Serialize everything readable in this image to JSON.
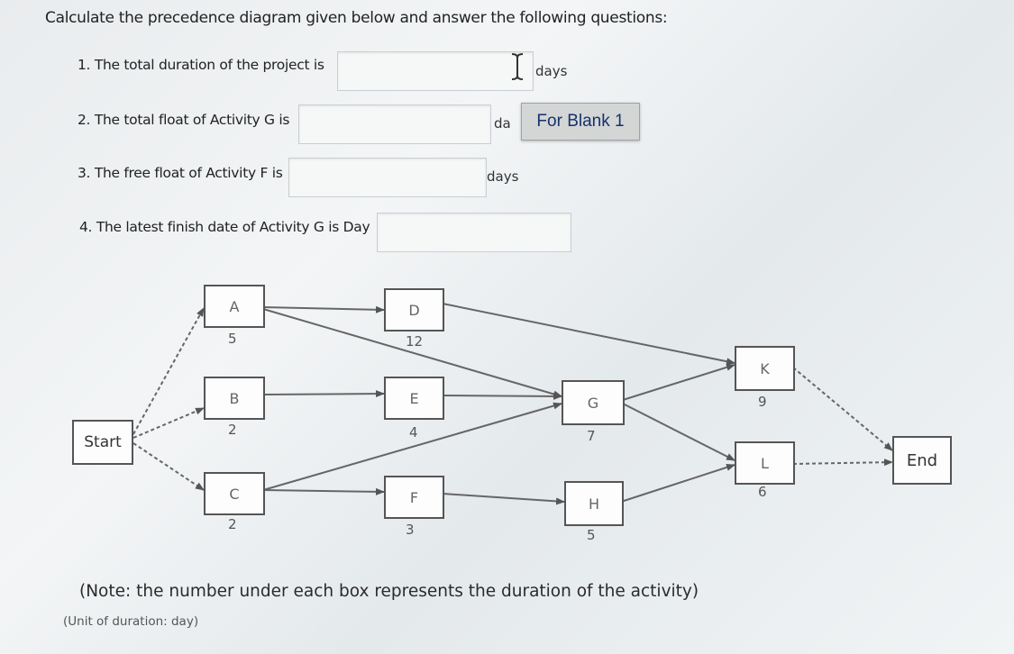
{
  "title": "Calculate the precedence diagram given below and answer the following questions:",
  "questions": [
    {
      "text": "1. The total duration of the project is",
      "value": "",
      "unit": "days"
    },
    {
      "text": "2. The total float of Activity G is",
      "value": "",
      "unit": "da"
    },
    {
      "text": "3. The free float of Activity F is",
      "value": "",
      "unit": "days"
    },
    {
      "text": "4. The latest finish date of Activity G is Day",
      "value": ""
    }
  ],
  "tooltip": "For Blank 1",
  "diagram": {
    "start_label": "Start",
    "end_label": "End",
    "activities": {
      "A": {
        "label": "A",
        "duration": "5"
      },
      "B": {
        "label": "B",
        "duration": "2"
      },
      "C": {
        "label": "C",
        "duration": "2"
      },
      "D": {
        "label": "D",
        "duration": "12"
      },
      "E": {
        "label": "E",
        "duration": "4"
      },
      "F": {
        "label": "F",
        "duration": "3"
      },
      "G": {
        "label": "G",
        "duration": "7"
      },
      "H": {
        "label": "H",
        "duration": "5"
      },
      "K": {
        "label": "K",
        "duration": "9"
      },
      "L": {
        "label": "L",
        "duration": "6"
      }
    }
  },
  "note": "(Note: the number under each box represents the duration of the activity)",
  "unit_note": "(Unit of duration: day)"
}
